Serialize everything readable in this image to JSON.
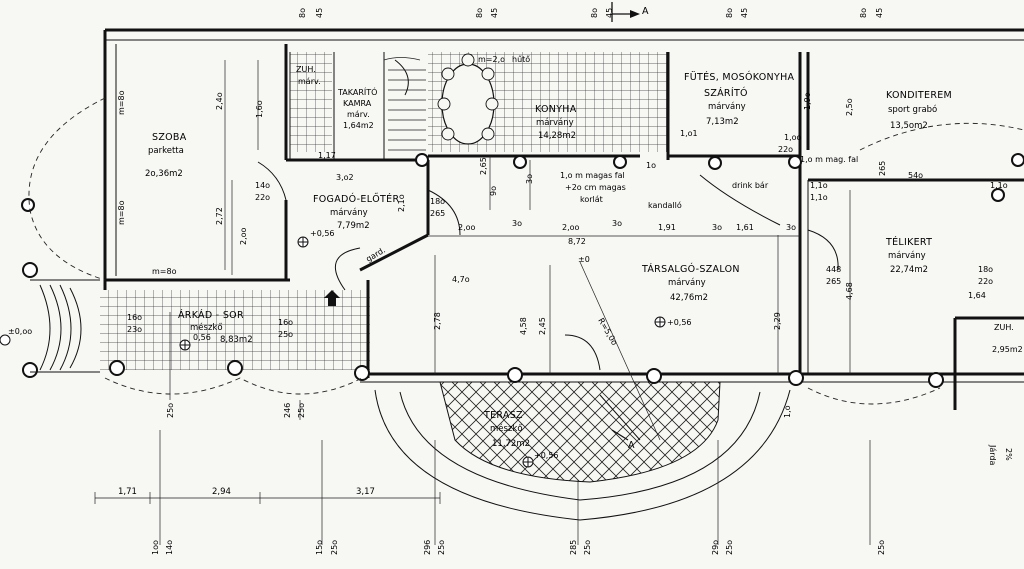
{
  "rooms": {
    "szoba": {
      "name": "SZOBA",
      "floor": "parketta",
      "area": "2o,36m2"
    },
    "konyha": {
      "name": "KONYHA",
      "floor": "márvány",
      "area": "14,28m2"
    },
    "futes": {
      "name": "FÜTÉS, MOSÓKONYHA",
      "name2": "SZÁRÍTÓ",
      "floor": "márvány",
      "area": "7,13m2"
    },
    "kondi": {
      "name": "KONDITEREM",
      "floor": "sport grabó",
      "area": "13,5om2"
    },
    "fogado": {
      "name": "FOGADÓ-ELŐTÉR",
      "floor": "márvány",
      "area": "7,79m2"
    },
    "takarito": {
      "name": "TAKARÍTÓ",
      "name2": "KAMRA",
      "floor": "márv.",
      "area": "1,64m2"
    },
    "zuh1": {
      "name": "ZUH.",
      "floor": "márv."
    },
    "tarsalgo": {
      "name": "TÁRSALGÓ-SZALON",
      "floor": "márvány",
      "area": "42,76m2"
    },
    "telikert": {
      "name": "TÉLIKERT",
      "floor": "márvány",
      "area": "22,74m2"
    },
    "arkad": {
      "name": "ÁRKÁD - SOR",
      "floor": "mészkő",
      "area": "8,83m2"
    },
    "terasz": {
      "name": "TERASZ",
      "floor": "mészkő",
      "area": "11,72m2"
    },
    "zuh2": {
      "name": "ZUH.",
      "area": "2,95m2"
    }
  },
  "labels": {
    "huto": "hűtő",
    "m_label": "m=2,o",
    "mag_fal": "1,o m mag. fal",
    "korlat1": "1,o m magas fal",
    "korlat2": "+2o cm magas",
    "korlat3": "korlát",
    "kandallo": "kandalló",
    "drink_bar": "drink bár",
    "gard": "gard.",
    "jarda": "Járda",
    "jarda2": "2%",
    "r_label": "R=5,0o",
    "lvl_0": "±0,oo",
    "lvl_0b": "±0",
    "lvl_056": "+0,56",
    "lvl_056b": "0,56",
    "lvl_056c": "+0,56",
    "lvl_056d": "+0,56",
    "section_a": "A",
    "section_a2": "A",
    "rad_chk": "1,o1"
  },
  "dims_top": [
    "8o",
    "45",
    "8o",
    "45",
    "8o",
    "45",
    "8o",
    "45",
    "8o",
    "45"
  ],
  "dims_bottom": [
    "1,71",
    "2,94",
    "3,17",
    "1oo",
    "14o",
    "15o",
    "25o",
    "296",
    "25o",
    "285",
    "25o",
    "29o",
    "25o",
    "25o"
  ],
  "dims_inner": {
    "d1": "2,4o",
    "d2": "1,6o",
    "d3": "2,72",
    "d4": "2,oo",
    "d5": "3,o2",
    "d6": "8,72",
    "d7": "2,oo",
    "d8": "1,91",
    "d9": "1,61",
    "d10": "4,7o",
    "d11": "2,78",
    "d12": "4,58",
    "d13": "2,45",
    "d14": "2,29",
    "d15": "4,68",
    "d16": "2,5o",
    "d17": "1,9o",
    "d18": "265",
    "d19": "54o",
    "d20": "1,1o",
    "d21": "1,64",
    "d22": "16o",
    "d23": "23o",
    "d24": "16o",
    "d25": "25o",
    "d26": "25o",
    "d27": "246",
    "d28": "25o",
    "d29": "14o",
    "d30": "22o",
    "d31": "18o",
    "d32": "265",
    "d33": "1,17",
    "d34": "2,1o",
    "d35": "448",
    "d36": "265",
    "d37": "18o",
    "d38": "22o",
    "d39": "1,o",
    "d40": "1,1o",
    "d41": "m=8o",
    "d42": "m=8o",
    "d43": "m=8o",
    "d44": "3o",
    "d45": "3o",
    "d46": "3o",
    "d47": "9o",
    "d48": "3o",
    "d49": "3o",
    "d50": "2,oo",
    "d51": "2,65",
    "d52": "1,oo",
    "d53": "22o",
    "d54": "1o",
    "d55": "1,1o"
  }
}
